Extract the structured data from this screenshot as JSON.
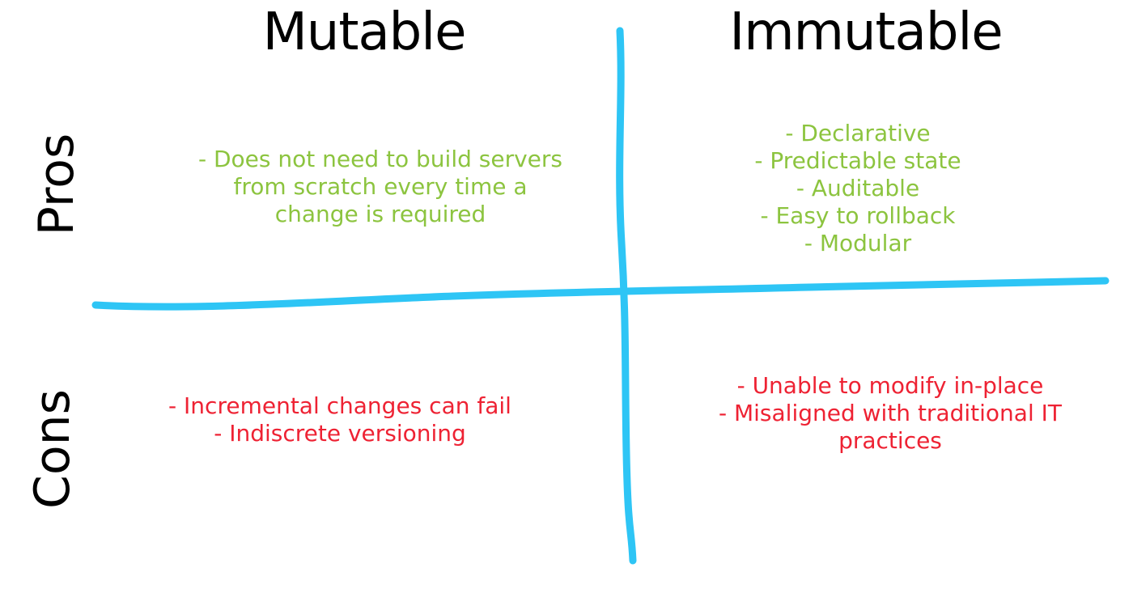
{
  "columns": {
    "mutable": "Mutable",
    "immutable": "Immutable"
  },
  "rows": {
    "pros": "Pros",
    "cons": "Cons"
  },
  "quadrants": {
    "mutable_pros": [
      "- Does not need to build servers",
      "from scratch every time a",
      "change is required"
    ],
    "immutable_pros": [
      "- Declarative",
      "- Predictable state",
      "- Auditable",
      "- Easy to rollback",
      "- Modular"
    ],
    "mutable_cons": [
      "- Incremental changes can fail",
      "- Indiscrete versioning"
    ],
    "immutable_cons": [
      "- Unable to modify in-place",
      "- Misaligned with traditional IT",
      "practices"
    ]
  },
  "colors": {
    "divider": "#2ec5f5",
    "pros_text": "#8cc43f",
    "cons_text": "#ee2233",
    "heading_text": "#000000"
  }
}
